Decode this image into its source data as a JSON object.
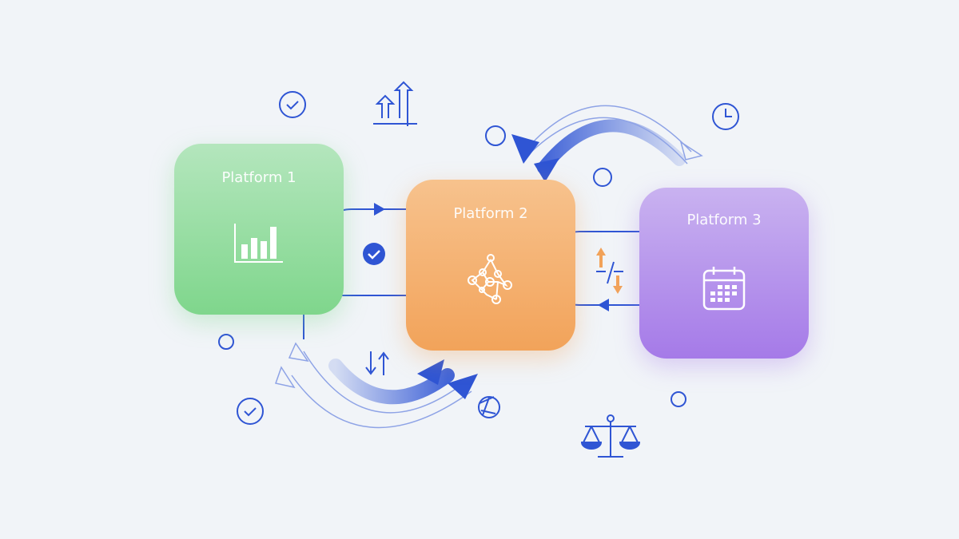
{
  "platforms": [
    {
      "label": "Platform 1",
      "icon": "bar-chart-icon",
      "color": "#7fd68c"
    },
    {
      "label": "Platform 2",
      "icon": "network-icon",
      "color": "#f2a35a"
    },
    {
      "label": "Platform 3",
      "icon": "calendar-icon",
      "color": "#a57ae8"
    }
  ],
  "accent": "#2f55d4"
}
